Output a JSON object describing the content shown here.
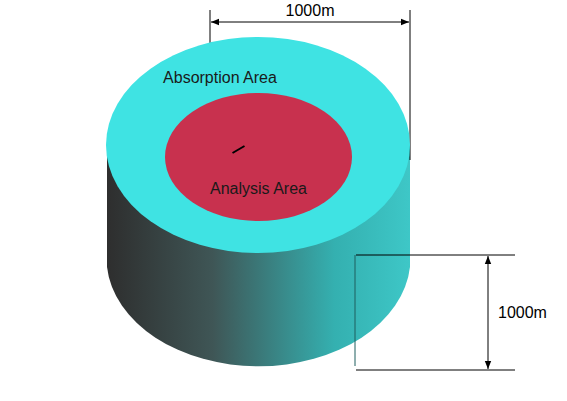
{
  "diagram": {
    "nodes": [
      {
        "text": [
          "Absorption Area"
        ]
      },
      {
        "text": [
          "Analysis Area"
        ],
        "in": 0
      }
    ],
    "labels": [
      "1000m",
      "1000m"
    ]
  }
}
